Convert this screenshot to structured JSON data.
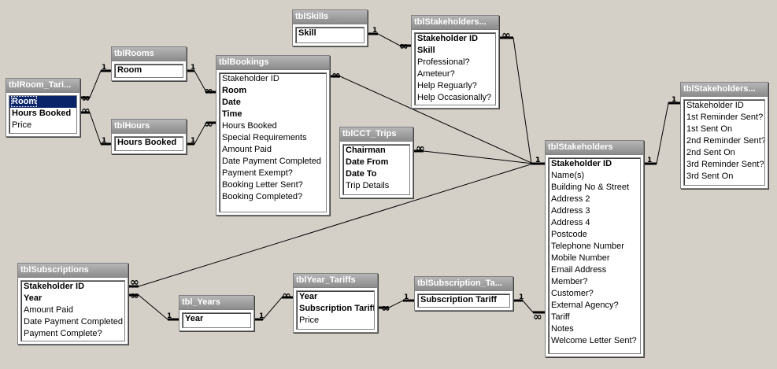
{
  "tables": [
    {
      "id": "tblSkills",
      "title": "tblSkills",
      "fields": [
        {
          "name": "Skill",
          "pk": true
        }
      ]
    },
    {
      "id": "tblStakeholdersSkills",
      "title": "tblStakeholders...",
      "fields": [
        {
          "name": "Stakeholder ID",
          "pk": true
        },
        {
          "name": "Skill",
          "pk": true
        },
        {
          "name": "Professional?"
        },
        {
          "name": "Ameteur?"
        },
        {
          "name": "Help Reguarly?"
        },
        {
          "name": "Help Occasionally?"
        }
      ]
    },
    {
      "id": "tblRoomTariffs",
      "title": "tblRoom_Tari...",
      "fields": [
        {
          "name": "Room",
          "pk": true,
          "selected": true
        },
        {
          "name": "Hours Booked",
          "pk": true
        },
        {
          "name": "Price"
        }
      ]
    },
    {
      "id": "tblRooms",
      "title": "tblRooms",
      "fields": [
        {
          "name": "Room",
          "pk": true
        }
      ]
    },
    {
      "id": "tblHours",
      "title": "tblHours",
      "fields": [
        {
          "name": "Hours Booked",
          "pk": true
        }
      ]
    },
    {
      "id": "tblBookings",
      "title": "tblBookings",
      "fields": [
        {
          "name": "Stakeholder ID"
        },
        {
          "name": "Room",
          "pk": true
        },
        {
          "name": "Date",
          "pk": true
        },
        {
          "name": "Time",
          "pk": true
        },
        {
          "name": "Hours Booked"
        },
        {
          "name": "Special Requirements"
        },
        {
          "name": "Amount Paid"
        },
        {
          "name": "Date Payment Completed"
        },
        {
          "name": "Payment Exempt?"
        },
        {
          "name": "Booking Letter Sent?"
        },
        {
          "name": "Booking Completed?"
        }
      ]
    },
    {
      "id": "tblCCTTrips",
      "title": "tblCCT_Trips",
      "fields": [
        {
          "name": "Chairman",
          "pk": true
        },
        {
          "name": "Date From",
          "pk": true
        },
        {
          "name": "Date To",
          "pk": true
        },
        {
          "name": "Trip Details"
        }
      ]
    },
    {
      "id": "tblStakeholders",
      "title": "tblStakeholders",
      "fields": [
        {
          "name": "Stakeholder ID",
          "pk": true
        },
        {
          "name": "Name(s)"
        },
        {
          "name": "Building No & Street"
        },
        {
          "name": "Address 2"
        },
        {
          "name": "Address 3"
        },
        {
          "name": "Address 4"
        },
        {
          "name": "Postcode"
        },
        {
          "name": "Telephone Number"
        },
        {
          "name": "Mobile Number"
        },
        {
          "name": "Email Address"
        },
        {
          "name": "Member?"
        },
        {
          "name": "Customer?"
        },
        {
          "name": "External Agency?"
        },
        {
          "name": "Tariff"
        },
        {
          "name": "Notes"
        },
        {
          "name": "Welcome Letter Sent?"
        }
      ]
    },
    {
      "id": "tblStakeholdersReminders",
      "title": "tblStakeholders...",
      "fields": [
        {
          "name": "Stakeholder ID"
        },
        {
          "name": "1st Reminder Sent?"
        },
        {
          "name": "1st Sent On"
        },
        {
          "name": "2nd Reminder Sent?"
        },
        {
          "name": "2nd Sent On"
        },
        {
          "name": "3rd Reminder Sent?"
        },
        {
          "name": "3rd Sent On"
        }
      ]
    },
    {
      "id": "tblSubscriptions",
      "title": "tblSubscriptions",
      "fields": [
        {
          "name": "Stakeholder ID",
          "pk": true
        },
        {
          "name": "Year",
          "pk": true
        },
        {
          "name": "Amount Paid"
        },
        {
          "name": "Date Payment Completed"
        },
        {
          "name": "Payment Complete?"
        }
      ]
    },
    {
      "id": "tblYears",
      "title": "tbl_Years",
      "fields": [
        {
          "name": "Year",
          "pk": true
        }
      ]
    },
    {
      "id": "tblYearTariffs",
      "title": "tblYear_Tariffs",
      "fields": [
        {
          "name": "Year",
          "pk": true
        },
        {
          "name": "Subscription Tariff",
          "pk": true
        },
        {
          "name": "Price"
        }
      ]
    },
    {
      "id": "tblSubscriptionTariffs",
      "title": "tblSubscription_Ta...",
      "fields": [
        {
          "name": "Subscription Tariff",
          "pk": true
        }
      ]
    }
  ],
  "relationships": [
    {
      "one": "tblSkills",
      "many": "tblStakeholdersSkills",
      "one_label": "1",
      "many_label": "∞"
    },
    {
      "one": "tblStakeholders",
      "many": "tblStakeholdersSkills",
      "one_label": "1",
      "many_label": "∞"
    },
    {
      "one": "tblRooms",
      "many": "tblRoomTariffs",
      "one_label": "1",
      "many_label": "∞"
    },
    {
      "one": "tblHours",
      "many": "tblRoomTariffs",
      "one_label": "1",
      "many_label": "∞"
    },
    {
      "one": "tblRooms",
      "many": "tblBookings",
      "one_label": "1",
      "many_label": "∞"
    },
    {
      "one": "tblHours",
      "many": "tblBookings",
      "one_label": "1",
      "many_label": "∞"
    },
    {
      "one": "tblStakeholders",
      "many": "tblBookings",
      "one_label": "1",
      "many_label": "∞"
    },
    {
      "one": "tblStakeholders",
      "many": "tblCCTTrips",
      "one_label": "1",
      "many_label": "∞"
    },
    {
      "one": "tblStakeholders",
      "many": "tblStakeholdersReminders",
      "one_label": "1",
      "many_label": "1"
    },
    {
      "one": "tblStakeholders",
      "many": "tblSubscriptions",
      "one_label": "1",
      "many_label": "∞"
    },
    {
      "one": "tblYears",
      "many": "tblSubscriptions",
      "one_label": "1",
      "many_label": "∞"
    },
    {
      "one": "tblYears",
      "many": "tblYearTariffs",
      "one_label": "1",
      "many_label": "∞"
    },
    {
      "one": "tblSubscriptionTariffs",
      "many": "tblYearTariffs",
      "one_label": "1",
      "many_label": "∞"
    },
    {
      "one": "tblSubscriptionTariffs",
      "many": "tblStakeholders",
      "one_label": "1",
      "many_label": "∞"
    }
  ]
}
